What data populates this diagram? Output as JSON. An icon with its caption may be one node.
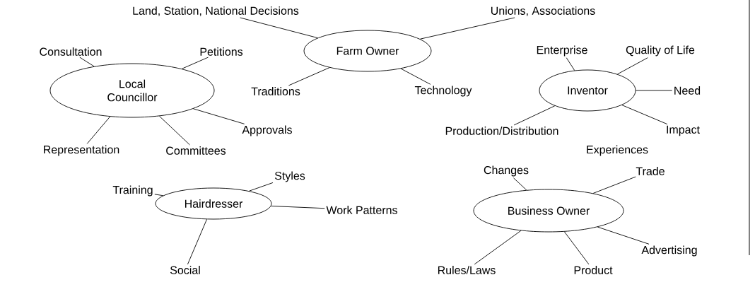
{
  "diagram": {
    "nodes": [
      {
        "text": [
          "Local Councillor"
        ]
      },
      {
        "text": [
          "Consultation"
        ]
      },
      {
        "text": [
          "Petitions"
        ]
      },
      {
        "text": [
          "Approvals"
        ]
      },
      {
        "text": [
          "Representation"
        ]
      },
      {
        "text": [
          "Committees"
        ]
      },
      {
        "text": [
          "Farm Owner"
        ]
      },
      {
        "text": [
          "Land, Station, National Decisions"
        ]
      },
      {
        "text": [
          "Unions, Associations"
        ]
      },
      {
        "text": [
          "Traditions"
        ]
      },
      {
        "text": [
          "Technology"
        ]
      },
      {
        "text": [
          "Inventor"
        ]
      },
      {
        "text": [
          "Enterprise"
        ]
      },
      {
        "text": [
          "Quality of Life"
        ]
      },
      {
        "text": [
          "Need"
        ]
      },
      {
        "text": [
          "Production/Distribution"
        ]
      },
      {
        "text": [
          "Impact"
        ]
      },
      {
        "text": [
          "Hairdresser"
        ]
      },
      {
        "text": [
          "Training"
        ]
      },
      {
        "text": [
          "Styles"
        ]
      },
      {
        "text": [
          "Work Patterns"
        ]
      },
      {
        "text": [
          "Social"
        ]
      },
      {
        "text": [
          "Business Owner"
        ]
      },
      {
        "text": [
          "Changes"
        ]
      },
      {
        "text": [
          "Trade"
        ]
      },
      {
        "text": [
          "Advertising"
        ]
      },
      {
        "text": [
          "Rules/Laws"
        ]
      },
      {
        "text": [
          "Product"
        ]
      }
    ],
    "edges": [
      {
        "from": 0,
        "to": 1,
        "arrow": "none"
      },
      {
        "from": 0,
        "to": 2,
        "arrow": "none"
      },
      {
        "from": 0,
        "to": 3,
        "arrow": "none"
      },
      {
        "from": 0,
        "to": 4,
        "arrow": "none"
      },
      {
        "from": 0,
        "to": 5,
        "arrow": "none"
      },
      {
        "from": 6,
        "to": 7,
        "arrow": "none"
      },
      {
        "from": 6,
        "to": 8,
        "arrow": "none"
      },
      {
        "from": 6,
        "to": 9,
        "arrow": "none"
      },
      {
        "from": 6,
        "to": 10,
        "arrow": "none"
      },
      {
        "from": 11,
        "to": 12,
        "arrow": "none"
      },
      {
        "from": 11,
        "to": 13,
        "arrow": "none"
      },
      {
        "from": 11,
        "to": 14,
        "arrow": "none"
      },
      {
        "from": 11,
        "to": 15,
        "arrow": "none"
      },
      {
        "from": 11,
        "to": 16,
        "arrow": "none"
      },
      {
        "from": 17,
        "to": 18,
        "arrow": "none"
      },
      {
        "from": 17,
        "to": 19,
        "arrow": "none"
      },
      {
        "from": 17,
        "to": 20,
        "arrow": "none"
      },
      {
        "from": 17,
        "to": 21,
        "arrow": "none"
      },
      {
        "from": 22,
        "to": 23,
        "arrow": "none"
      },
      {
        "from": 22,
        "to": 24,
        "arrow": "none"
      },
      {
        "from": 22,
        "to": 25,
        "arrow": "none"
      },
      {
        "from": 22,
        "to": 26,
        "arrow": "none"
      },
      {
        "from": 22,
        "to": 27,
        "arrow": "none"
      }
    ],
    "labels": [
      "Experiences"
    ]
  }
}
